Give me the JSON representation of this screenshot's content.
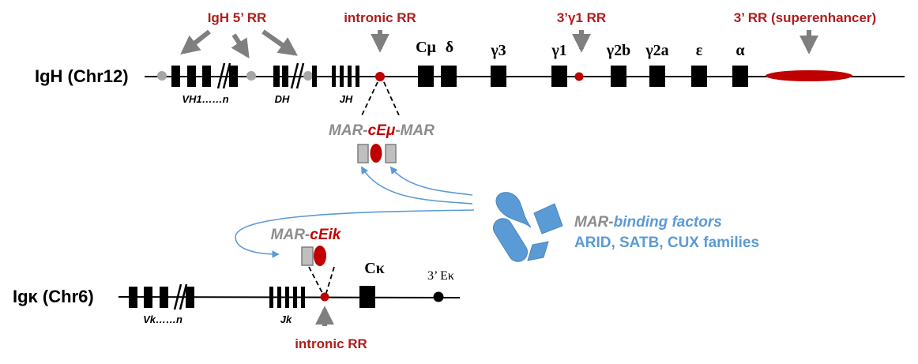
{
  "colors": {
    "region_red": "#b01c1c",
    "element_red": "#c00000",
    "mar_gray": "#bfbfbf",
    "factor_blue": "#5b9bd5",
    "arrow_gray": "#7f7f7f",
    "dot_gray": "#a6a6a6"
  },
  "igh": {
    "chrom_label": "IgH (Chr12)",
    "rr_5": "IgH 5’ RR",
    "intronic_rr": "intronic RR",
    "rr_3g1": "3’γ1 RR",
    "rr_3": "3’ RR (superenhancer)",
    "seg_vh": "VH1……n",
    "seg_dh": "DH",
    "seg_jh": "JH",
    "constant_genes": [
      "Cμ",
      "δ",
      "γ3",
      "γ1",
      "γ2b",
      "γ2a",
      "ε",
      "α"
    ]
  },
  "mar_cemu": {
    "prefix": "MAR-",
    "core": "cEμ",
    "suffix": "-MAR"
  },
  "mar_ceik": {
    "prefix": "MAR-",
    "core": "cEik"
  },
  "factors": {
    "title_prefix": "MAR-",
    "title_rest": "binding factors",
    "families": "ARID, SATB, CUX families"
  },
  "igk": {
    "chrom_label": "Igκ (Chr6)",
    "seg_vk": "Vk……n",
    "seg_jk": "Jk",
    "ck": "Cκ",
    "e3k": "3’ Eκ",
    "intronic_rr": "intronic RR"
  }
}
